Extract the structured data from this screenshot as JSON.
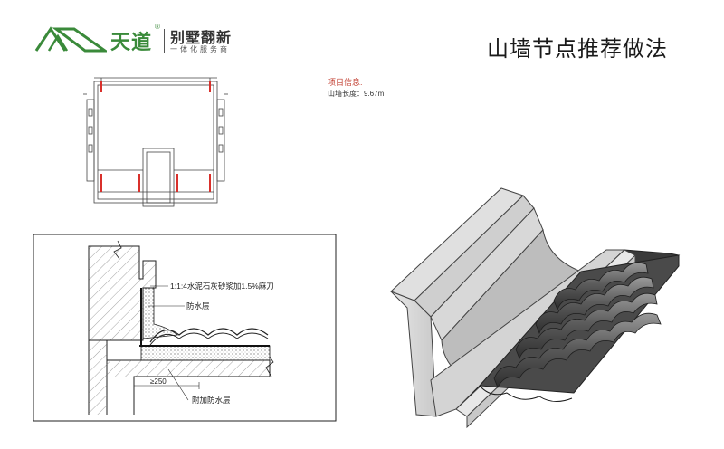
{
  "brand": {
    "name": "天道",
    "registered": "®",
    "service": "别墅翻新",
    "tagline": "一体化服务商",
    "color": "#3a8a3a"
  },
  "title": "山墙节点推荐做法",
  "project": {
    "label": "项目信息:",
    "wall_length": "山墙长度：9.67m"
  },
  "detail": {
    "mortar_note": "1:1:4水泥石灰砂浆加1.5%麻刀",
    "waterproof_layer": "防水层",
    "extra_waterproof_layer": "附加防水层",
    "dimension": "≥250"
  },
  "colors": {
    "accent_red": "#d9302b",
    "logo_green": "#3a8a3a"
  }
}
